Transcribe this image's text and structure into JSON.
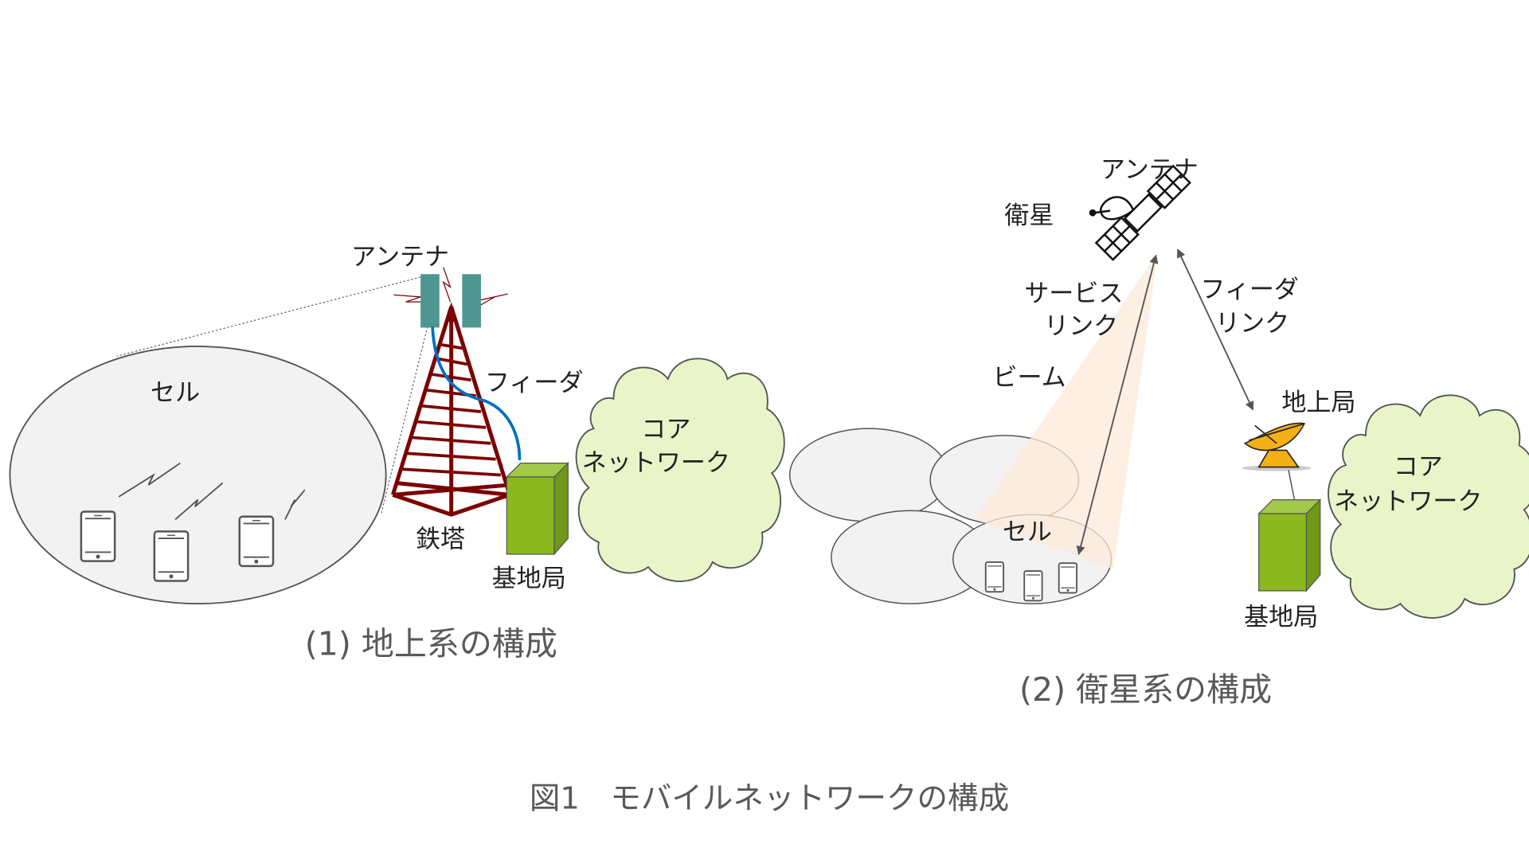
{
  "terrestrial": {
    "antenna_label": "アンテナ",
    "feeder_label": "フィーダ",
    "cell_label": "セル",
    "tower_label": "鉄塔",
    "base_station_label": "基地局",
    "core_label_line1": "コア",
    "core_label_line2": "ネットワーク",
    "caption": "(1) 地上系の構成"
  },
  "satellite": {
    "antenna_label": "アンテナ",
    "satellite_label": "衛星",
    "service_link_line1": "サービス",
    "service_link_line2": "リンク",
    "beam_label": "ビーム",
    "feeder_link_line1": "フィーダ",
    "feeder_link_line2": "リンク",
    "ground_station_label": "地上局",
    "cell_label": "セル",
    "core_label_line1": "コア",
    "core_label_line2": "ネットワーク",
    "base_station_label": "基地局",
    "caption": "(2) 衛星系の構成"
  },
  "figure_caption": "図1　モバイルネットワークの構成",
  "colors": {
    "tower": "#7b0000",
    "antenna": "#4e9690",
    "feeder_cable": "#0070c0",
    "base_station": "#8ab81e",
    "cloud": "#e9f5c8",
    "beam": "#fde9d9",
    "dish": "#f5b016"
  }
}
